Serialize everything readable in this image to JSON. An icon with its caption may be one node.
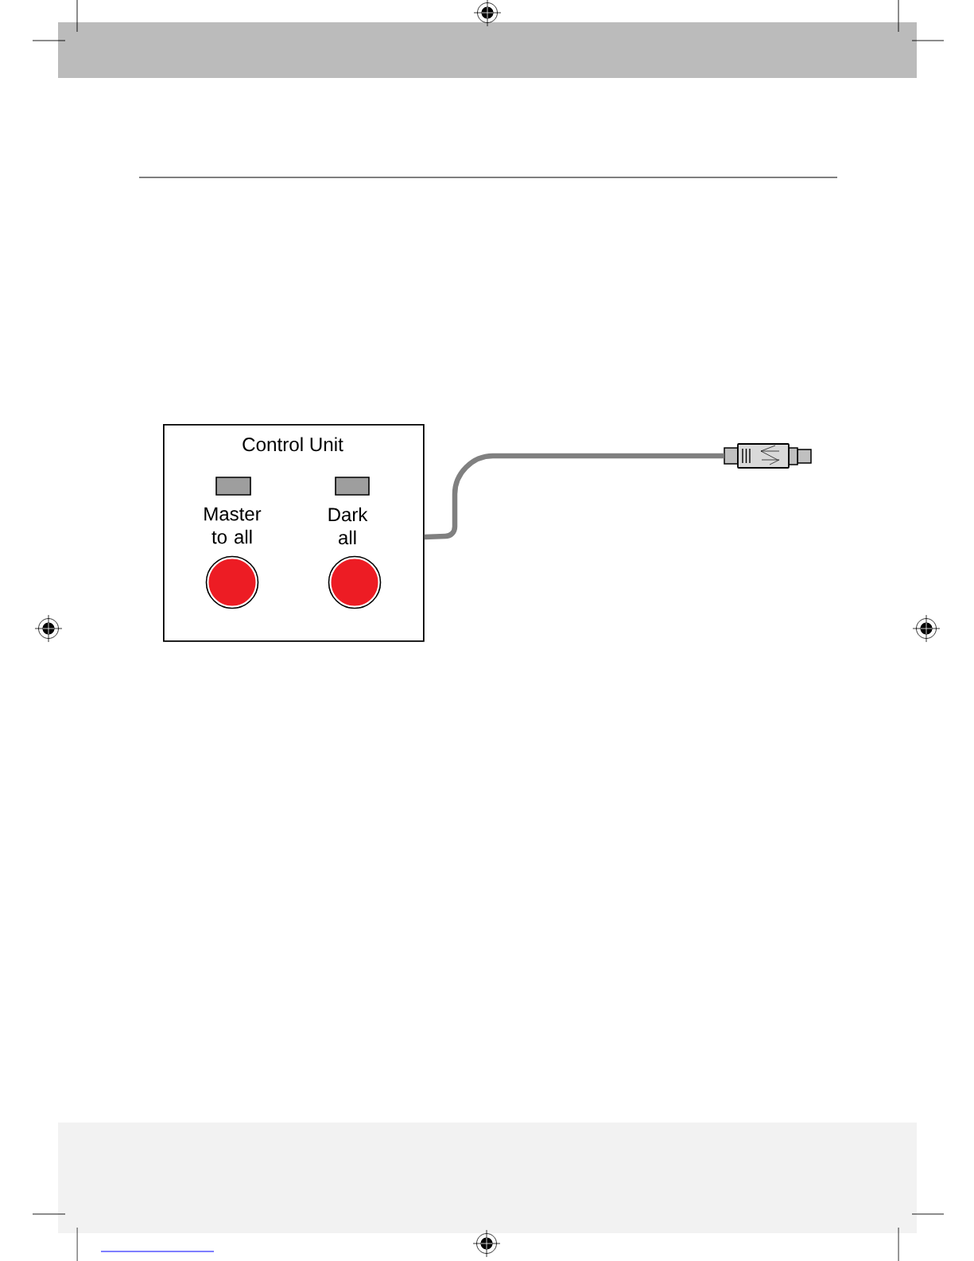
{
  "diagram": {
    "nodes": [
      {
        "text": [
          "Control Unit"
        ]
      },
      {
        "text": [],
        "shape": "plug"
      }
    ],
    "edges": [
      {
        "from": 0,
        "to": 1,
        "arrow": "none",
        "color": "#808080"
      }
    ],
    "labels": [
      "Master to all",
      "Dark all"
    ]
  }
}
